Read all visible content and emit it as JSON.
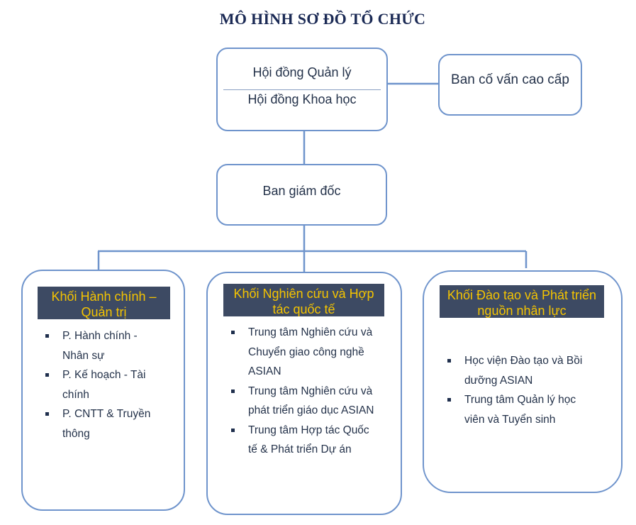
{
  "title": "MÔ HÌNH SƠ ĐỒ TỔ CHỨC",
  "top_box": {
    "line1": "Hội đồng Quản lý",
    "line2": "Hội đồng Khoa học"
  },
  "advisory_box": "Ban cố vấn cao cấp",
  "directors_box": "Ban giám đốc",
  "blocks": [
    {
      "header": [
        "Khối Hành chính –",
        "Quản trị"
      ],
      "items": [
        [
          "P. Hành chính -",
          "Nhân sự"
        ],
        [
          "P. Kế hoạch - Tài",
          "chính"
        ],
        [
          "P. CNTT & Truyền",
          "thông"
        ]
      ]
    },
    {
      "header": [
        "Khối Nghiên cứu và Hợp",
        "tác quốc tế"
      ],
      "items": [
        [
          "Trung tâm Nghiên cứu và",
          "Chuyển giao công nghề",
          "ASIAN"
        ],
        [
          "Trung tâm Nghiên cứu và",
          "phát triển giáo dục ASIAN"
        ],
        [
          "Trung tâm Hợp tác Quốc",
          "tế & Phát triển Dự án"
        ]
      ]
    },
    {
      "header": [
        "Khối Đào tạo và Phát triển",
        "nguồn nhân lực"
      ],
      "items": [
        [
          "Học viện  Đào tạo và Bồi",
          "dưỡng ASIAN"
        ],
        [
          "Trung tâm Quản lý học",
          "viên và Tuyển sinh"
        ]
      ]
    }
  ],
  "colors": {
    "box_border": "#6f94cc",
    "connector": "#6f94cc",
    "header_bg": "#3d4a63",
    "header_text": "#f5c400",
    "title": "#1b2a55"
  }
}
